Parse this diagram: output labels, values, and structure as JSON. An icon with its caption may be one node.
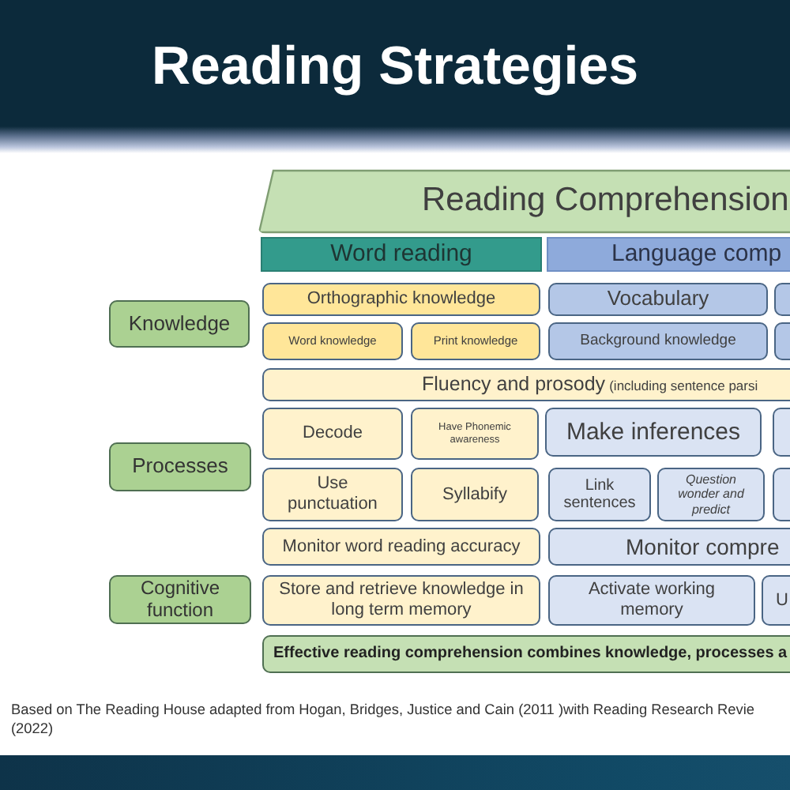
{
  "diagram": {
    "title": "Reading Strategies",
    "caption": "Based on The Reading House adapted from Hogan, Bridges, Justice and Cain (2011 )with Reading Research Revie (2022)",
    "nodes": [
      {
        "text": [
          "Reading Comprehension"
        ]
      },
      {
        "text": [
          "Word reading"
        ]
      },
      {
        "text": [
          "Language comp"
        ]
      },
      {
        "text": [
          "Knowledge"
        ]
      },
      {
        "text": [
          "Orthographic knowledge"
        ]
      },
      {
        "text": [
          "Vocabulary"
        ]
      },
      {
        "text": [],
        "shape": "box"
      },
      {
        "text": [
          "Word knowledge"
        ]
      },
      {
        "text": [
          "Print knowledge"
        ]
      },
      {
        "text": [
          "Background knowledge"
        ]
      },
      {
        "text": [],
        "shape": "box"
      },
      {
        "text": [
          "Fluency and prosody",
          "(including sentence parsi"
        ]
      },
      {
        "text": [
          "Decode"
        ]
      },
      {
        "text": [
          "Have Phonemic awareness"
        ]
      },
      {
        "text": [
          "Make inferences"
        ]
      },
      {
        "text": [],
        "shape": "box"
      },
      {
        "text": [
          "Processes"
        ]
      },
      {
        "text": [
          "Use punctuation"
        ]
      },
      {
        "text": [
          "Syllabify"
        ]
      },
      {
        "text": [
          "Link sentences"
        ]
      },
      {
        "text": [
          "Question wonder and predict"
        ]
      },
      {
        "text": [],
        "shape": "box"
      },
      {
        "text": [
          "Monitor word reading accuracy"
        ]
      },
      {
        "text": [
          "Monitor compre"
        ]
      },
      {
        "text": [
          "Cognitive function"
        ]
      },
      {
        "text": [
          "Store and retrieve knowledge in long term memory"
        ]
      },
      {
        "text": [
          "Activate working memory"
        ]
      },
      {
        "text": [
          "U"
        ]
      },
      {
        "text": [
          "Effective reading comprehension combines knowledge, processes a"
        ]
      }
    ]
  }
}
